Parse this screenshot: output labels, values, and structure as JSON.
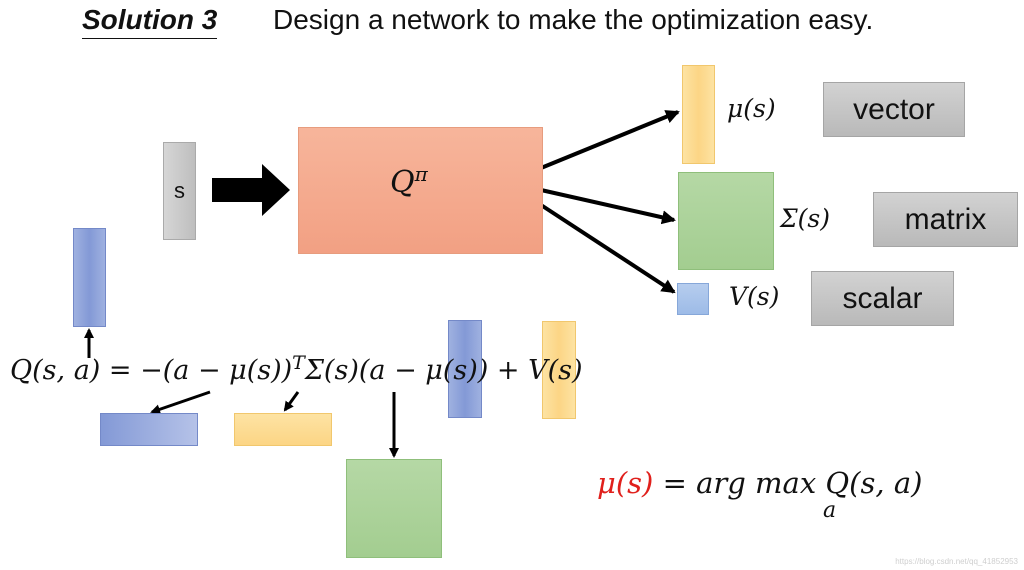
{
  "title": {
    "label": "Solution 3",
    "text": "Design a network to make the optimization easy."
  },
  "input": {
    "label": "s"
  },
  "network": {
    "label": "Q",
    "superscript": "π"
  },
  "outputs": [
    {
      "symbol": "μ(s)",
      "type": "vector"
    },
    {
      "symbol": "Σ(s)",
      "type": "matrix"
    },
    {
      "symbol": "V(s)",
      "type": "scalar"
    }
  ],
  "equation": {
    "text": "Q(s, a) = −(a − μ(s))",
    "sup": "T",
    "tail": "Σ(s)(a − μ(s)) + V(s)"
  },
  "result": {
    "lhs": "μ(s)",
    "eq": "= arg max",
    "sub": "a",
    "rhs": "Q(s, a)",
    "lhs_color": "#e0201c"
  },
  "footer": "https://blog.csdn.net/qq_41852953",
  "colors": {
    "orange": "#f4a98c",
    "yellow": "#fcd585",
    "green": "#a9d18e",
    "blue": "#8fa4dc",
    "light_blue": "#a8c4ea",
    "gray": "#c3c3c3"
  }
}
